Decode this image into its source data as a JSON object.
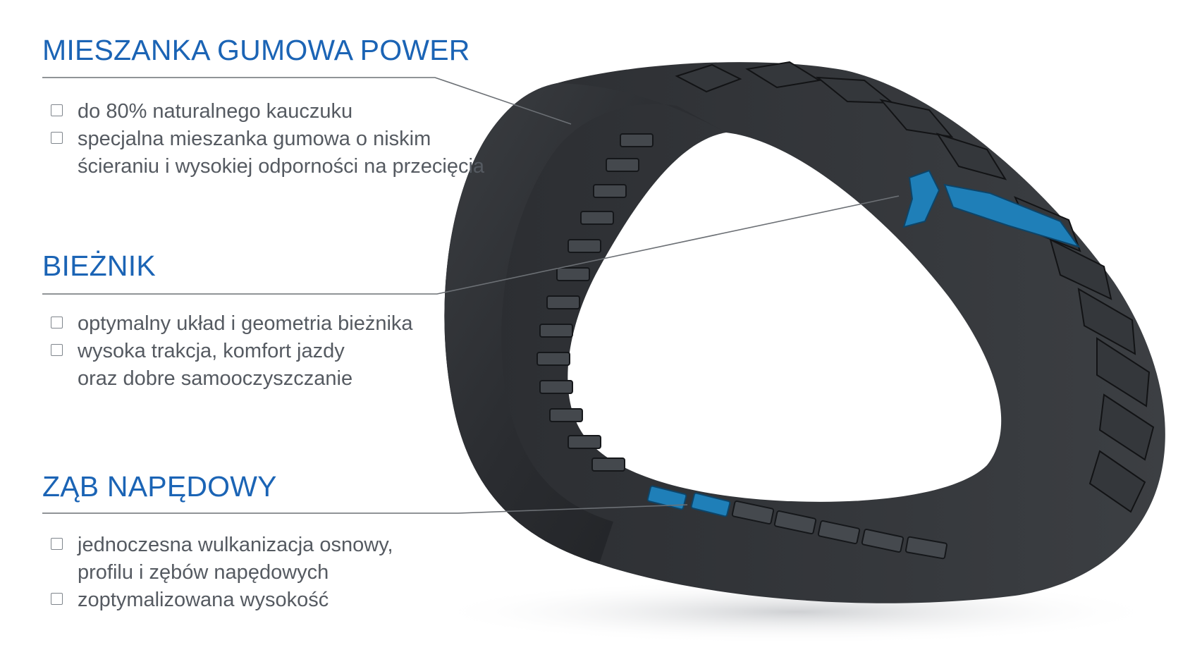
{
  "colors": {
    "title_blue": "#1b64b5",
    "body_text": "#555a61",
    "rubber_dark": "#2c2f33",
    "highlight_blue": "#1f7fb8",
    "leader_line": "#6c7075"
  },
  "sections": [
    {
      "title": "MIESZANKA GUMOWA POWER",
      "bullets": [
        [
          "do 80% naturalnego kauczuku"
        ],
        [
          "specjalna mieszanka gumowa o niskim",
          "ścieraniu i wysokiej odporności na przecięcia"
        ]
      ]
    },
    {
      "title": "BIEŻNIK",
      "bullets": [
        [
          "optymalny układ i geometria bieżnika"
        ],
        [
          "wysoka trakcja, komfort jazdy",
          "oraz dobre samooczyszczanie"
        ]
      ]
    },
    {
      "title": "ZĄB NAPĘDOWY",
      "bullets": [
        [
          "jednoczesna wulkanizacja osnowy,",
          "profilu i zębów napędowych"
        ],
        [
          "zoptymalizowana wysokość"
        ]
      ]
    }
  ]
}
